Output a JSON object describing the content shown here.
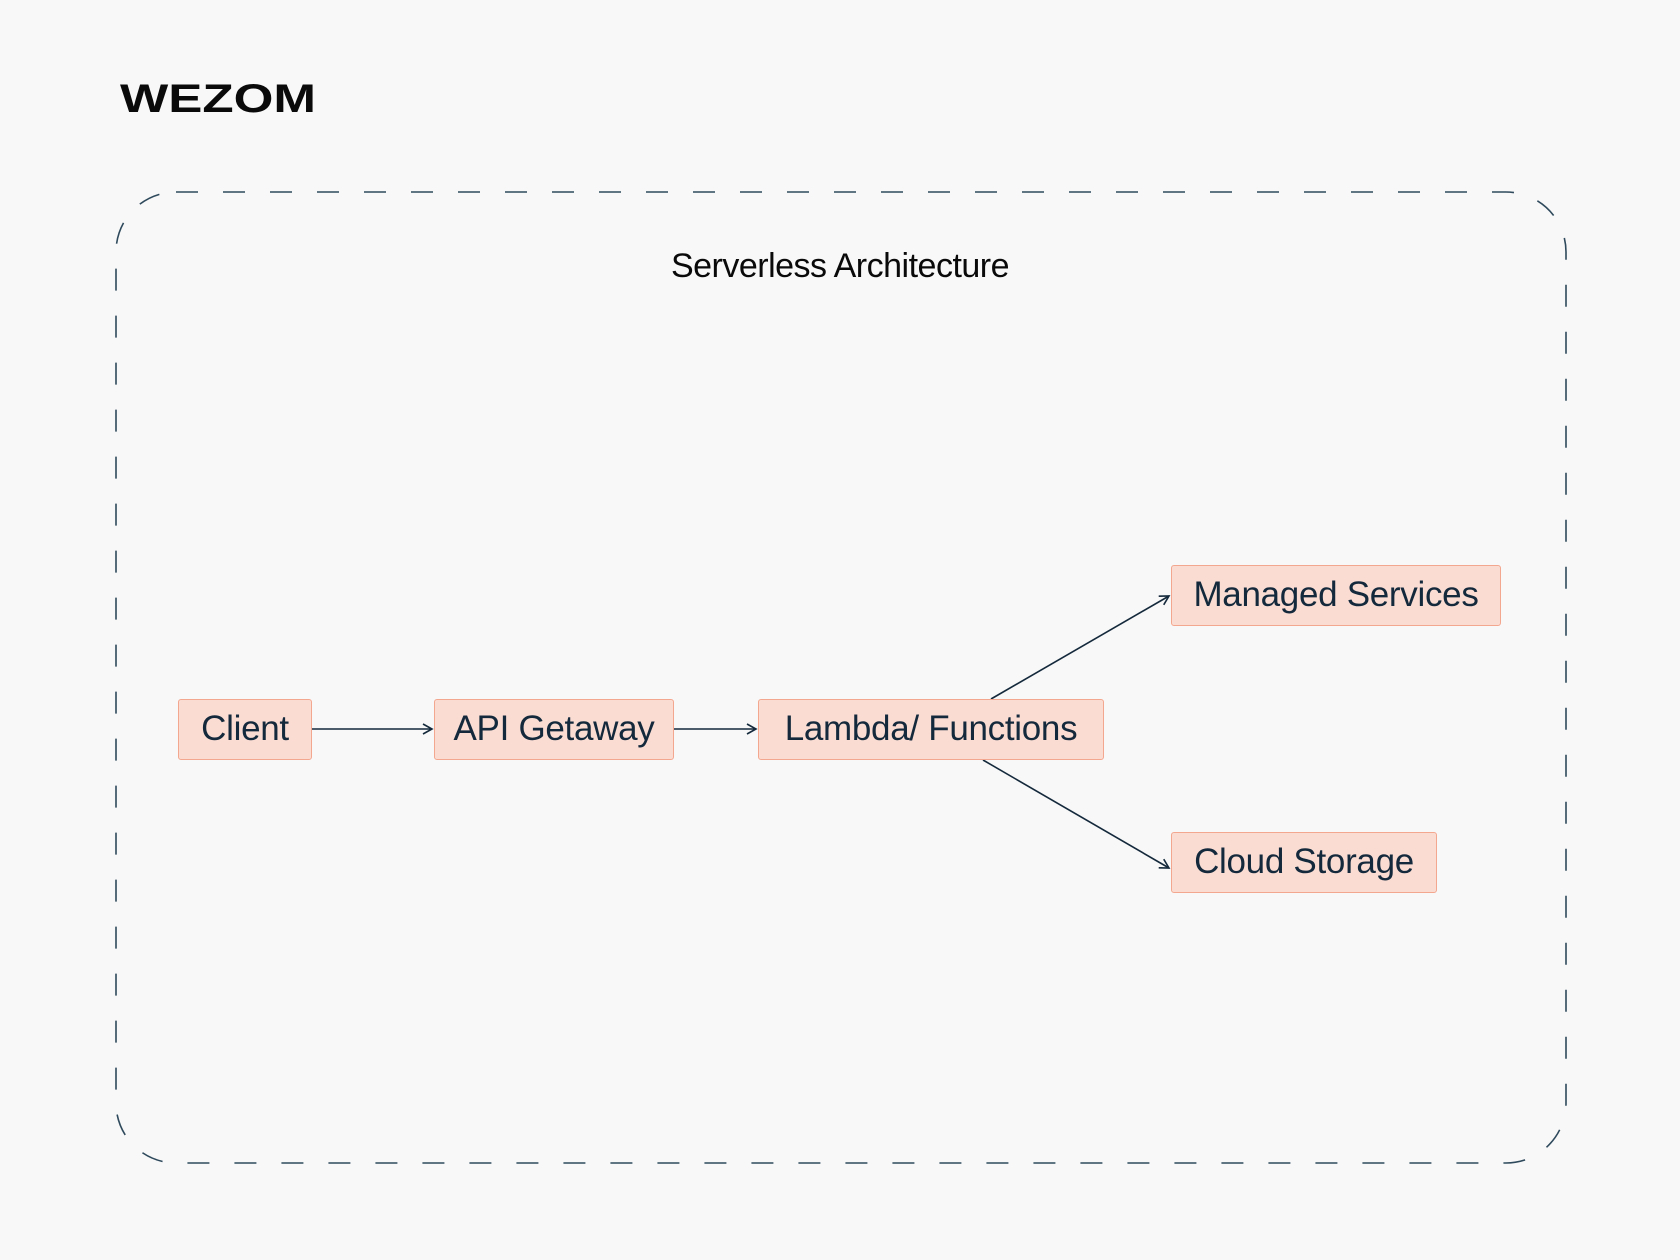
{
  "logo": {
    "text": "WEZOM"
  },
  "title": "Serverless Architecture",
  "nodes": {
    "client": "Client",
    "gateway": "API Getaway",
    "lambda": "Lambda/ Functions",
    "managed": "Managed Services",
    "storage": "Cloud Storage"
  },
  "colors": {
    "background": "#f8f8f8",
    "node_fill": "#fadcd3",
    "node_border": "#f3a78f",
    "node_text": "#14293b",
    "edge": "#14293b",
    "frame_dash": "#2f4a5c"
  },
  "edges": [
    {
      "from": "client",
      "to": "gateway"
    },
    {
      "from": "gateway",
      "to": "lambda"
    },
    {
      "from": "lambda",
      "to": "managed"
    },
    {
      "from": "lambda",
      "to": "storage"
    }
  ]
}
